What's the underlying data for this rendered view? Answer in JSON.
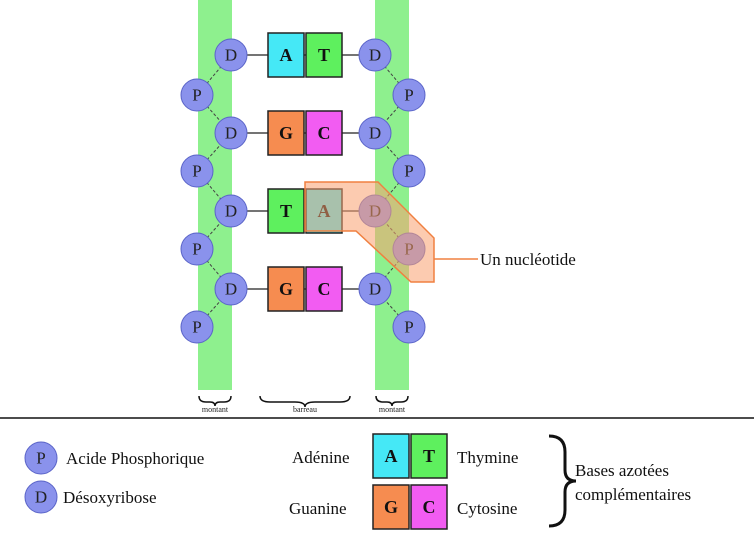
{
  "colors": {
    "upright": "#8ef08e",
    "circle_fill": "#8a92ec",
    "circle_stroke": "#5a64c8",
    "adenine": "#45e8f6",
    "thymine": "#5ef05e",
    "guanine": "#f68c50",
    "cytosine": "#f25cf2",
    "highlight": "#f9a070"
  },
  "diagram": {
    "phosphate_symbol": "P",
    "deoxyribose_symbol": "D",
    "pairs": [
      {
        "left": "A",
        "right": "T"
      },
      {
        "left": "G",
        "right": "C"
      },
      {
        "left": "T",
        "right": "A"
      },
      {
        "left": "G",
        "right": "C"
      }
    ],
    "nucleotide_label": "Un nucléotide",
    "upright_left_label": "montant",
    "rung_label": "barreau",
    "upright_right_label": "montant"
  },
  "legend": {
    "phosphate": {
      "symbol": "P",
      "text": "Acide Phosphorique"
    },
    "deoxyribose": {
      "symbol": "D",
      "text": "Désoxyribose"
    },
    "adenine": {
      "letter": "A",
      "name": "Adénine"
    },
    "thymine": {
      "letter": "T",
      "name": "Thymine"
    },
    "guanine": {
      "letter": "G",
      "name": "Guanine"
    },
    "cytosine": {
      "letter": "C",
      "name": "Cytosine"
    },
    "bases_line1": "Bases azotées",
    "bases_line2": "complémentaires"
  }
}
